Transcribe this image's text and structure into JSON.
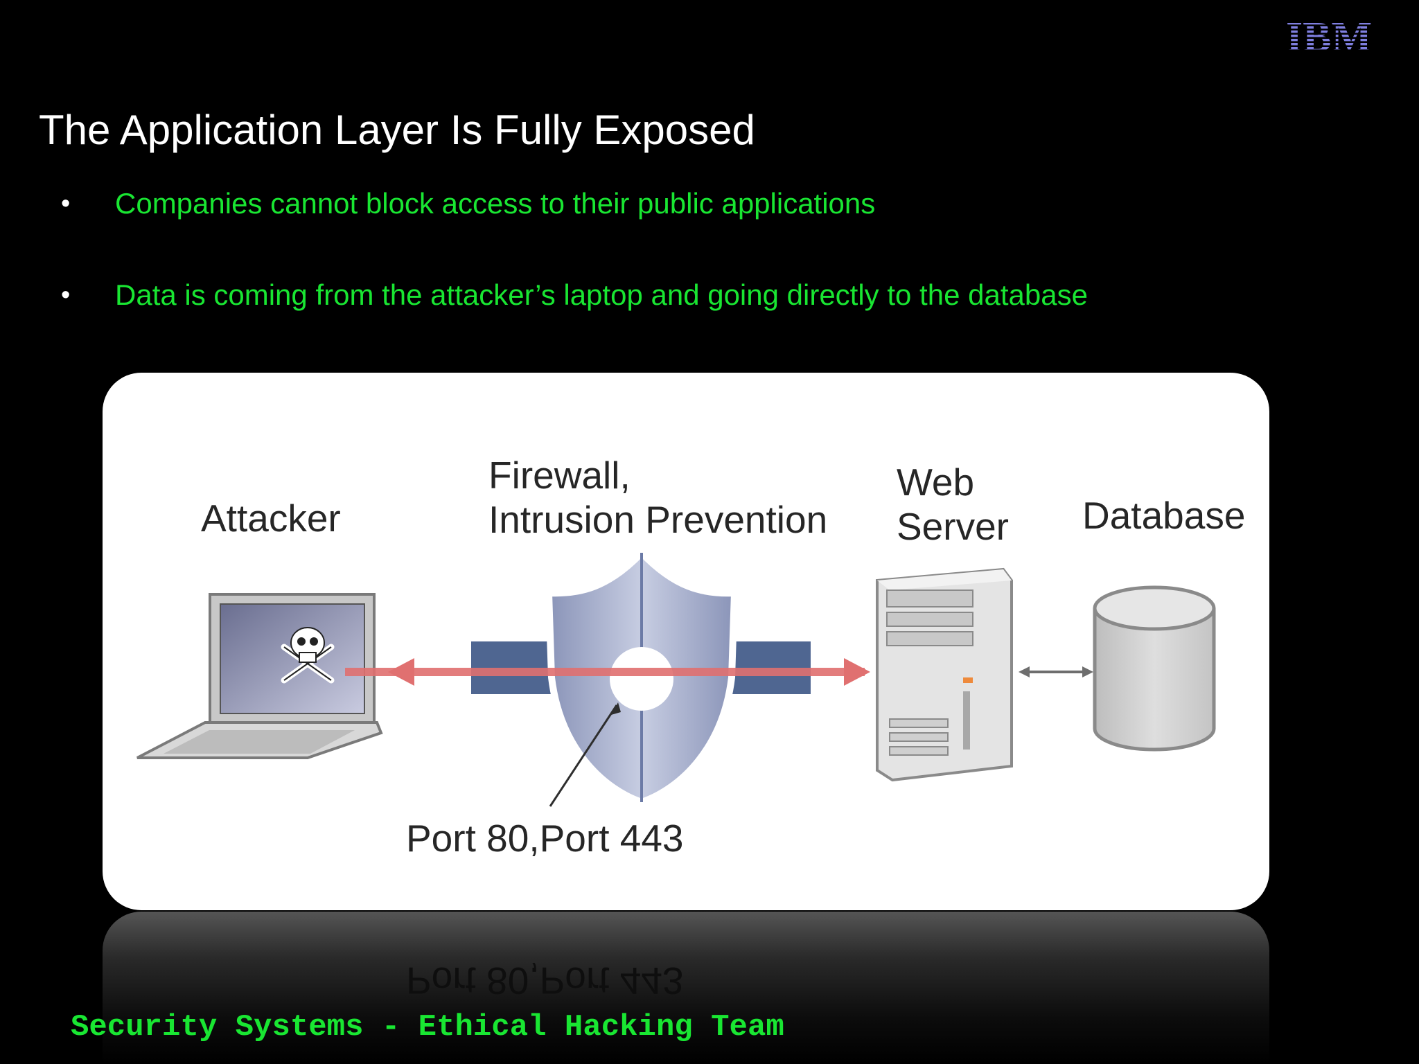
{
  "slide": {
    "title": "The Application Layer Is Fully Exposed",
    "bullets": [
      "Companies cannot block access to their public applications",
      "Data is coming from the attacker’s laptop and going directly to the database"
    ],
    "bullet_symbol": "•"
  },
  "logo": {
    "text": "IBM",
    "color": "#7f7fe0"
  },
  "diagram": {
    "labels": {
      "attacker": "Attacker",
      "firewall_line1": "Firewall,",
      "firewall_line2": "Intrusion Prevention",
      "webserver_line1": "Web",
      "webserver_line2": "Server",
      "database": "Database",
      "ports": "Port 80,Port 443"
    },
    "icons": [
      "laptop-icon",
      "skull-icon",
      "shield-icon",
      "server-icon",
      "database-icon"
    ]
  },
  "footer": {
    "text": "Security Systems - Ethical Hacking Team"
  },
  "colors": {
    "bullet_text": "#19e632",
    "background": "#000000",
    "traffic_arrow": "#e07070"
  }
}
